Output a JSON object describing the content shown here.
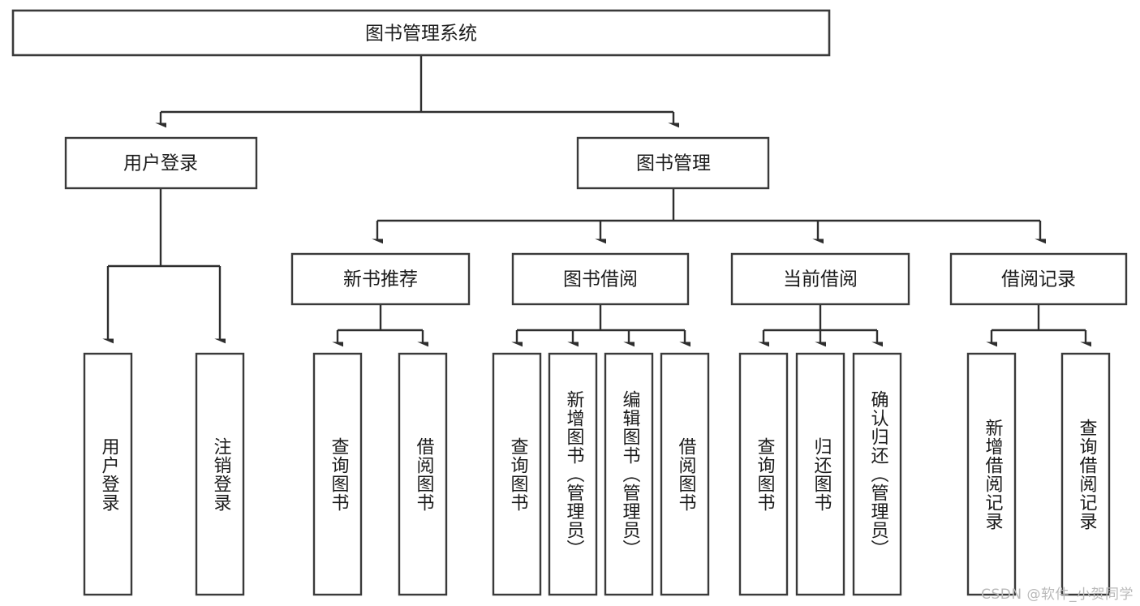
{
  "diagram": {
    "type": "tree",
    "title": "图书管理系统",
    "orientation": "top-down",
    "colors": {
      "box_stroke": "#3a3a3a",
      "box_fill": "#ffffff",
      "connector": "#2e2e2e",
      "text": "#1b1b1b",
      "watermark": "#b9b9b9",
      "background": "#ffffff"
    },
    "root": {
      "label": "图书管理系统"
    },
    "level2": [
      {
        "label": "用户登录"
      },
      {
        "label": "图书管理"
      }
    ],
    "level3": [
      {
        "label": "新书推荐"
      },
      {
        "label": "图书借阅"
      },
      {
        "label": "当前借阅"
      },
      {
        "label": "借阅记录"
      }
    ],
    "leaves": [
      {
        "label": "用户登录",
        "parent": "用户登录"
      },
      {
        "label": "注销登录",
        "parent": "用户登录"
      },
      {
        "label": "查询图书",
        "parent": "新书推荐"
      },
      {
        "label": "借阅图书",
        "parent": "新书推荐"
      },
      {
        "label": "查询图书",
        "parent": "图书借阅"
      },
      {
        "label": "新增图书（管理员）",
        "parent": "图书借阅"
      },
      {
        "label": "编辑图书（管理员）",
        "parent": "图书借阅"
      },
      {
        "label": "借阅图书",
        "parent": "图书借阅"
      },
      {
        "label": "查询图书",
        "parent": "当前借阅"
      },
      {
        "label": "归还图书",
        "parent": "当前借阅"
      },
      {
        "label": "确认归还（管理员）",
        "parent": "当前借阅"
      },
      {
        "label": "新增借阅记录",
        "parent": "借阅记录"
      },
      {
        "label": "查询借阅记录",
        "parent": "借阅记录"
      }
    ]
  },
  "watermark": {
    "text": "CSDN @软件_小贺同学"
  }
}
